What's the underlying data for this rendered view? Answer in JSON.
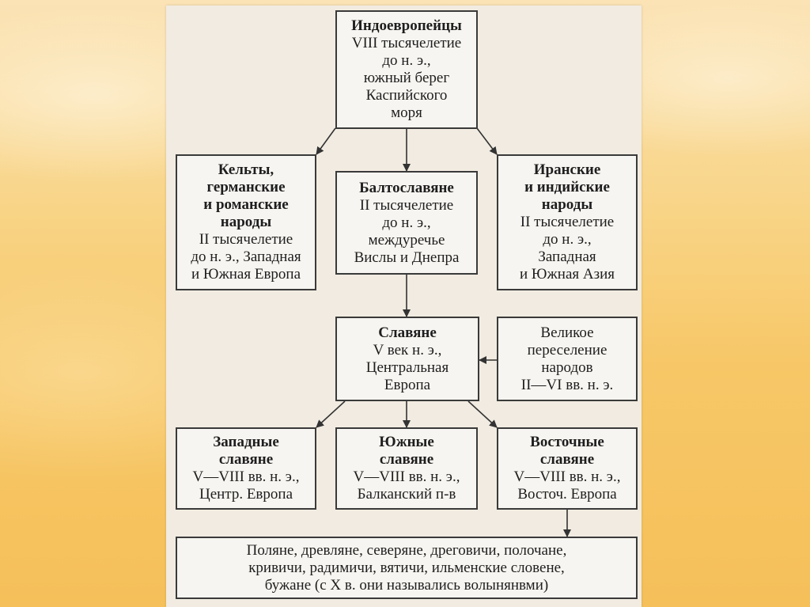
{
  "diagram": {
    "indoeuropeans": {
      "title": [
        "Индоевропейцы"
      ],
      "text": [
        "VIII тысячелетие",
        "до н. э.,",
        "южный берег",
        "Каспийского",
        "моря"
      ]
    },
    "celts": {
      "title": [
        "Кельты,",
        "германские",
        "и романские",
        "народы"
      ],
      "text": [
        "II тысячелетие",
        "до н. э., Западная",
        "и Южная Европа"
      ]
    },
    "baltoslavs": {
      "title": [
        "Балтославяне"
      ],
      "text": [
        "II тысячелетие",
        "до н. э.,",
        "междуречье",
        "Вислы и Днепра"
      ]
    },
    "iranians": {
      "title": [
        "Иранские",
        "и индийские",
        "народы"
      ],
      "text": [
        "II тысячелетие",
        "до н. э.,",
        "Западная",
        "и Южная Азия"
      ]
    },
    "slavs": {
      "title": [
        "Славяне"
      ],
      "text": [
        "V век н. э.,",
        "Центральная",
        "Европа"
      ]
    },
    "migration": {
      "title": [],
      "text": [
        "Великое",
        "переселение",
        "народов",
        "II—VI вв. н. э."
      ]
    },
    "west_slavs": {
      "title": [
        "Западные",
        "славяне"
      ],
      "text": [
        "V—VIII вв. н. э.,",
        "Центр. Европа"
      ]
    },
    "south_slavs": {
      "title": [
        "Южные",
        "славяне"
      ],
      "text": [
        "V—VIII вв. н. э.,",
        "Балканский п-в"
      ]
    },
    "east_slavs": {
      "title": [
        "Восточные",
        "славяне"
      ],
      "text": [
        "V—VIII вв. н. э.,",
        "Восточ. Европа"
      ]
    },
    "tribes": {
      "title": [],
      "text": [
        "Поляне, древляне, северяне, дреговичи, полочане,",
        "кривичи, радимичи, вятичи, ильменские словене,",
        "бужане (с X в. они назывались волынянвми)"
      ]
    }
  }
}
